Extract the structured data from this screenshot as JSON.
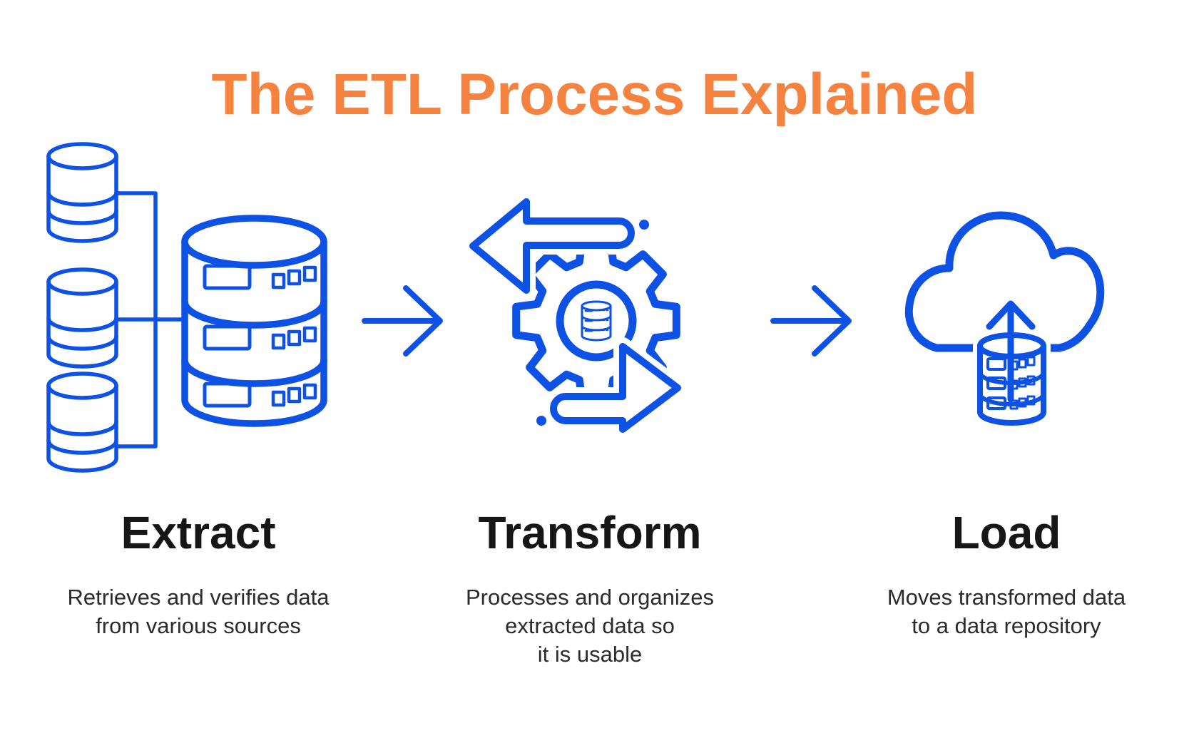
{
  "title": "The ETL Process Explained",
  "colors": {
    "title_orange": "#F68240",
    "icon_blue": "#0D52E4",
    "heading_text": "#161616",
    "body_text": "#2B2B2B",
    "background": "#FFFFFF"
  },
  "sections": [
    {
      "heading": "Extract",
      "description": "Retrieves and verifies data\nfrom various sources",
      "icon": "source-databases-icon"
    },
    {
      "heading": "Transform",
      "description": "Processes and organizes\nextracted data so\nit is usable",
      "icon": "gear-data-processing-icon"
    },
    {
      "heading": "Load",
      "description": "Moves transformed data\nto a data repository",
      "icon": "cloud-upload-database-icon"
    }
  ],
  "connectors": [
    {
      "icon": "arrow-right-icon"
    },
    {
      "icon": "arrow-right-icon"
    }
  ]
}
